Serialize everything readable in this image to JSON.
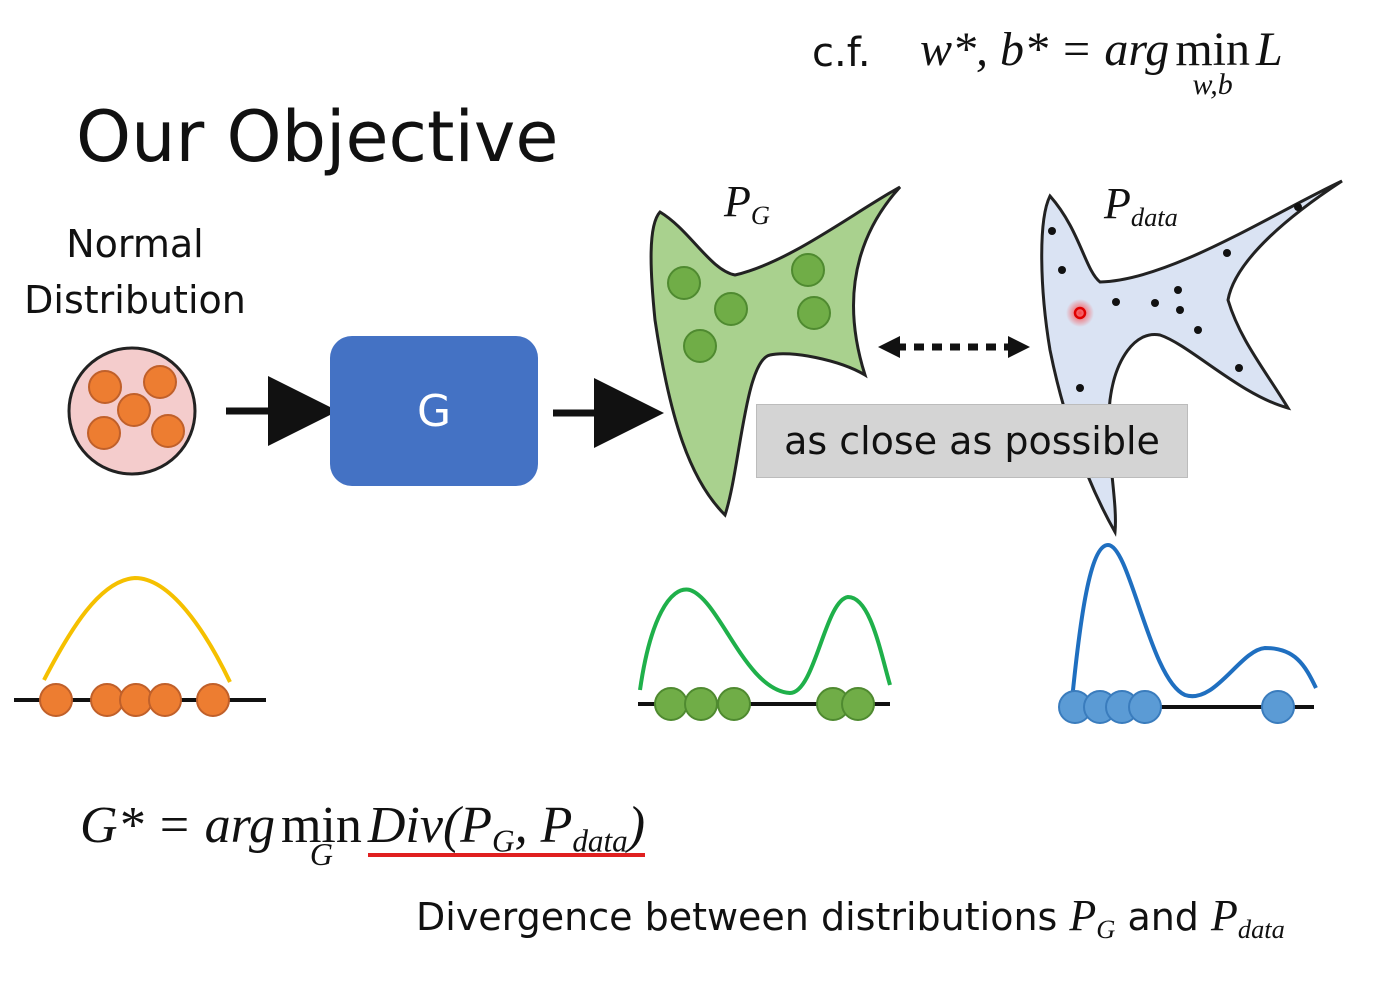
{
  "title": "Our Objective",
  "cf": {
    "label": "c.f.",
    "lhs": "w*, b* = arg",
    "min": "min",
    "min_sub": "w,b",
    "rhs": "L"
  },
  "normal_label_line1": "Normal",
  "normal_label_line2": "Distribution",
  "generator_label": "G",
  "pg_label_main": "P",
  "pg_label_sub": "G",
  "pdata_label_main": "P",
  "pdata_label_sub": "data",
  "close_label": "as close as possible",
  "objective": {
    "lhs": "G* = arg",
    "min": "min",
    "min_sub": "G",
    "div": "Div(P",
    "div_sub1": "G",
    "div_mid": ", P",
    "div_sub2": "data",
    "div_end": ")"
  },
  "caption": {
    "text1": "Divergence between distributions ",
    "p1": "P",
    "p1_sub": "G",
    "text2": " and ",
    "p2": "P",
    "p2_sub": "data"
  },
  "colors": {
    "orange": "#ed7d31",
    "green": "#70ad47",
    "blue": "#5b9bd5",
    "generator": "#4472c4",
    "pg_fill": "#a9d18e",
    "pdata_fill": "#dae3f3",
    "normal_fill": "#f4cccc",
    "normal_curve": "#f5c000",
    "pg_curve": "#1fb04a",
    "pdata_curve": "#1f6fc0"
  }
}
